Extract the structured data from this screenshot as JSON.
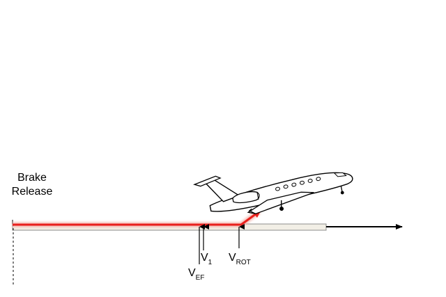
{
  "labels": {
    "brake_line1": "Brake",
    "brake_line2": "Release",
    "v_main": "V",
    "vef_sub": "EF",
    "v1_sub": "1",
    "vrot_sub": "ROT"
  },
  "colors": {
    "runway_fill": "#f2efe6",
    "runway_edge": "#8c8c8c",
    "ground_roll": "#e8201c",
    "ground_roll_glow": "#f6b8b0",
    "axis": "#000000"
  },
  "icons": {
    "aircraft": "business-jet-icon"
  }
}
